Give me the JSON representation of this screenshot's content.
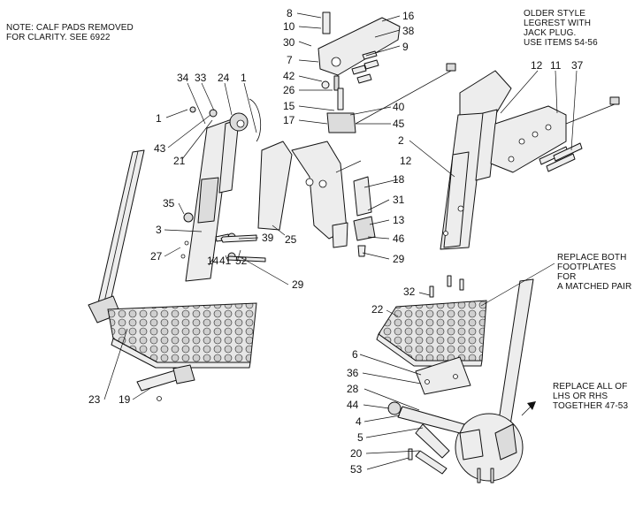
{
  "notes": {
    "calf": "NOTE: CALF PADS REMOVED\nFOR CLARITY. SEE 6922",
    "older": "OLDER STYLE\nLEGREST WITH\nJACK PLUG.\nUSE ITEMS 54-56",
    "footplates": "REPLACE BOTH\nFOOTPLATES FOR\nA MATCHED PAIR",
    "lhs": "REPLACE ALL OF\nLHS OR RHS\nTOGETHER 47-53"
  },
  "callouts": [
    "8",
    "10",
    "16",
    "38",
    "30",
    "9",
    "7",
    "42",
    "26",
    "40",
    "15",
    "45",
    "17",
    "34",
    "33",
    "24",
    "1",
    "1",
    "43",
    "21",
    "35",
    "3",
    "27",
    "14",
    "41",
    "52",
    "29",
    "39",
    "25",
    "12",
    "18",
    "31",
    "13",
    "46",
    "29",
    "2",
    "12",
    "11",
    "37",
    "32",
    "22",
    "6",
    "36",
    "28",
    "44",
    "4",
    "5",
    "20",
    "53",
    "23",
    "19"
  ]
}
